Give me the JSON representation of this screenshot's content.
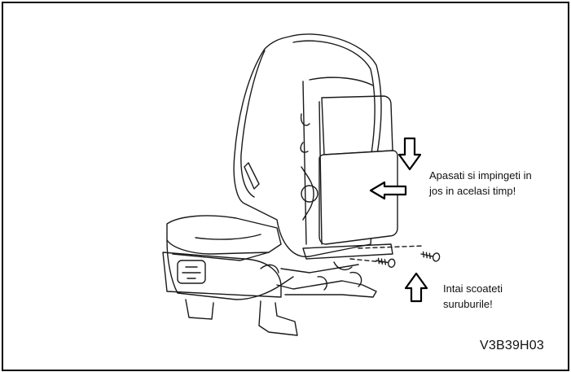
{
  "annotations": {
    "push_instruction": "Apasati si impingeti in\njos in acelasi timp!",
    "screws_instruction": "Intai scoateti\nsuruburile!"
  },
  "figure_code": "V3B39H03",
  "icons": {
    "arrow_down": "down-arrow-icon",
    "arrow_left": "left-arrow-icon",
    "arrow_up": "up-arrow-icon",
    "screw": "screw-icon"
  },
  "colors": {
    "line": "#1a1a1a",
    "frame": "#000000",
    "panel_fill": "#ffffff"
  }
}
